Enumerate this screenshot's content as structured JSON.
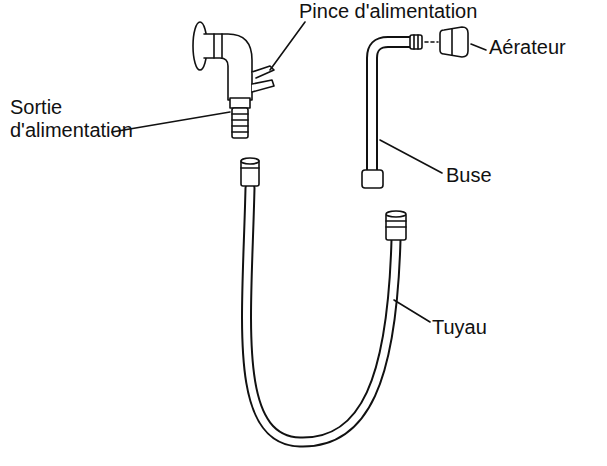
{
  "diagram": {
    "labels": [
      "Pince d'alimentation",
      "Sortie d'alimentation",
      "Aérateur",
      "Buse",
      "Tuyau"
    ]
  }
}
